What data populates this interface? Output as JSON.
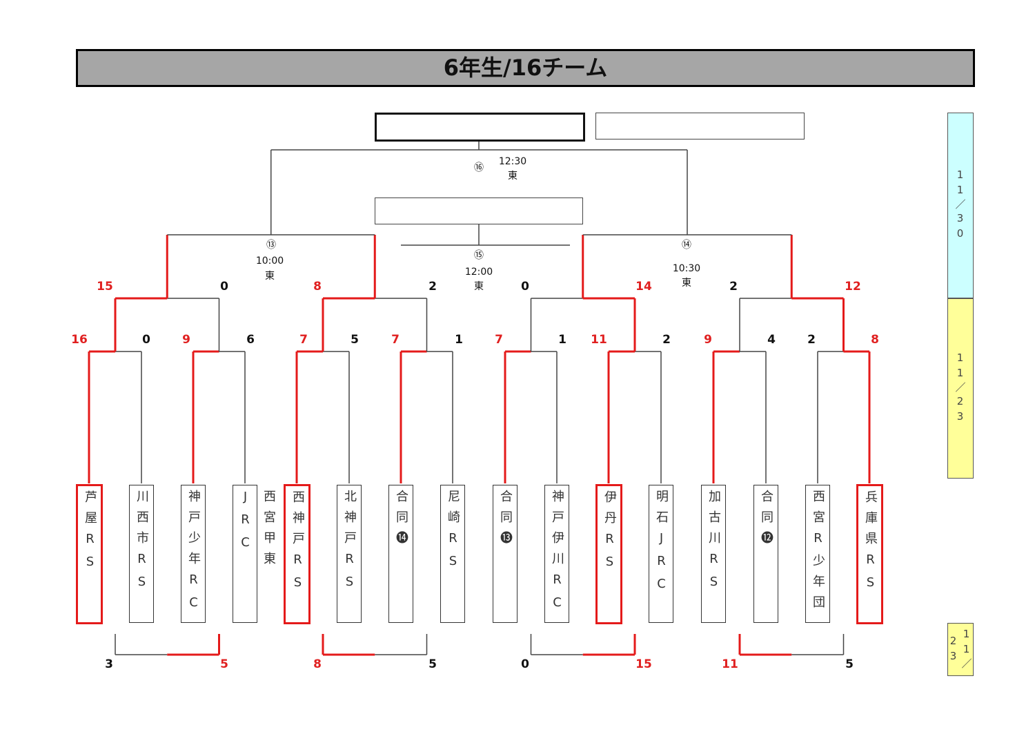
{
  "title": "6年生/16チーム",
  "teams": [
    {
      "name": "芦屋RS",
      "winner": true
    },
    {
      "name": "川西市RS",
      "winner": false
    },
    {
      "name": "神戸少年RC",
      "winner": false
    },
    {
      "name": "西宮甲東JRC",
      "winner": false
    },
    {
      "name": "西神戸RS",
      "winner": true
    },
    {
      "name": "北神戸RS",
      "winner": false
    },
    {
      "name": "合同⓮",
      "winner": false
    },
    {
      "name": "尼崎RS",
      "winner": false
    },
    {
      "name": "合同⓭",
      "winner": false
    },
    {
      "name": "神戸伊川RC",
      "winner": false
    },
    {
      "name": "伊丹RS",
      "winner": true
    },
    {
      "name": "明石JRC",
      "winner": false
    },
    {
      "name": "加古川RS",
      "winner": false
    },
    {
      "name": "合同⓬",
      "winner": false
    },
    {
      "name": "西宮R少年団",
      "winner": false
    },
    {
      "name": "兵庫県RS",
      "winner": true
    }
  ],
  "round1_scores": [
    "16",
    "0",
    "9",
    "6",
    "7",
    "5",
    "7",
    "1",
    "7",
    "1",
    "11",
    "2",
    "9",
    "4",
    "2",
    "8"
  ],
  "round2_scores": [
    "15",
    "0",
    "8",
    "2",
    "0",
    "14",
    "2",
    "12"
  ],
  "bottom_scores": [
    "3",
    "5",
    "8",
    "5",
    "0",
    "15",
    "11",
    "5"
  ],
  "matches": {
    "m13": {
      "no": "⑬",
      "time": "10:00",
      "venue": "東"
    },
    "m14": {
      "no": "⑭",
      "time": "10:30",
      "venue": "東"
    },
    "m15": {
      "no": "⑮",
      "time": "12:00",
      "venue": "東"
    },
    "m16": {
      "no": "⑯",
      "time": "12:30",
      "venue": "東"
    }
  },
  "dates": [
    "11／30",
    "11／23",
    "11／23"
  ],
  "colors": {
    "winner": "#e41a1a",
    "line": "#444444",
    "title_bg": "#a6a6a6",
    "date1": "#ccffff",
    "date2": "#ffff99"
  }
}
